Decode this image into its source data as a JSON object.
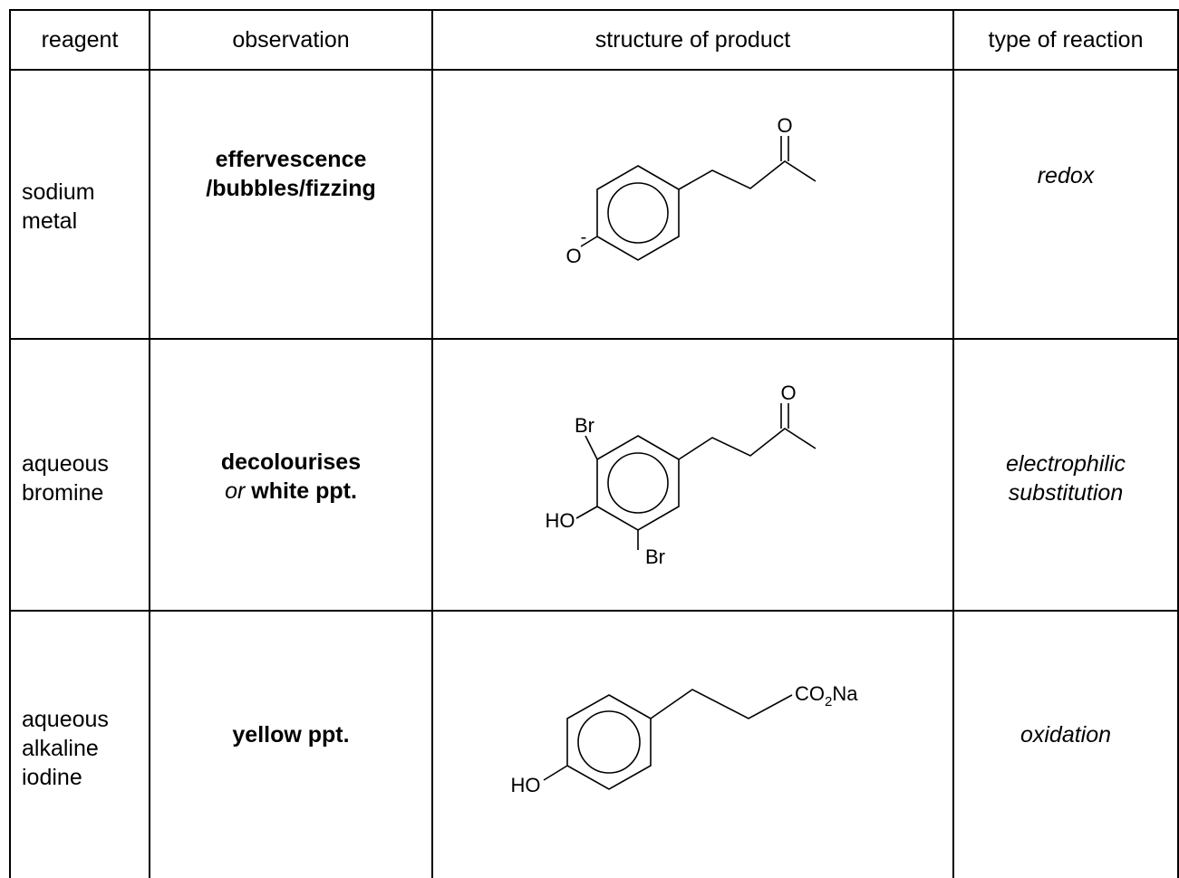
{
  "table": {
    "headers": {
      "reagent": "reagent",
      "observation": "observation",
      "structure": "structure of product",
      "type": "type of reaction"
    },
    "rows": [
      {
        "reagent_lines": [
          "sodium",
          "metal"
        ],
        "observation_lines": [
          "effervescence",
          "/bubbles/fizzing"
        ],
        "type_lines": [
          "redox"
        ],
        "structure_labels": {
          "o_top": "O",
          "o_minus": "O",
          "charge": "-"
        }
      },
      {
        "reagent_lines": [
          "aqueous",
          "bromine"
        ],
        "observation_line1": "decolourises",
        "observation_or": "or",
        "observation_line2": "white ppt.",
        "type_lines": [
          "electrophilic",
          "substitution"
        ],
        "structure_labels": {
          "o_top": "O",
          "br_top": "Br",
          "ho": "HO",
          "br_bottom": "Br"
        }
      },
      {
        "reagent_lines": [
          "aqueous",
          "alkaline",
          "iodine"
        ],
        "observation_lines": [
          "yellow ppt."
        ],
        "type_lines": [
          "oxidation"
        ],
        "structure_labels": {
          "co2na_a": "CO",
          "co2na_sub": "2",
          "co2na_b": "Na",
          "ho": "HO"
        }
      }
    ]
  }
}
